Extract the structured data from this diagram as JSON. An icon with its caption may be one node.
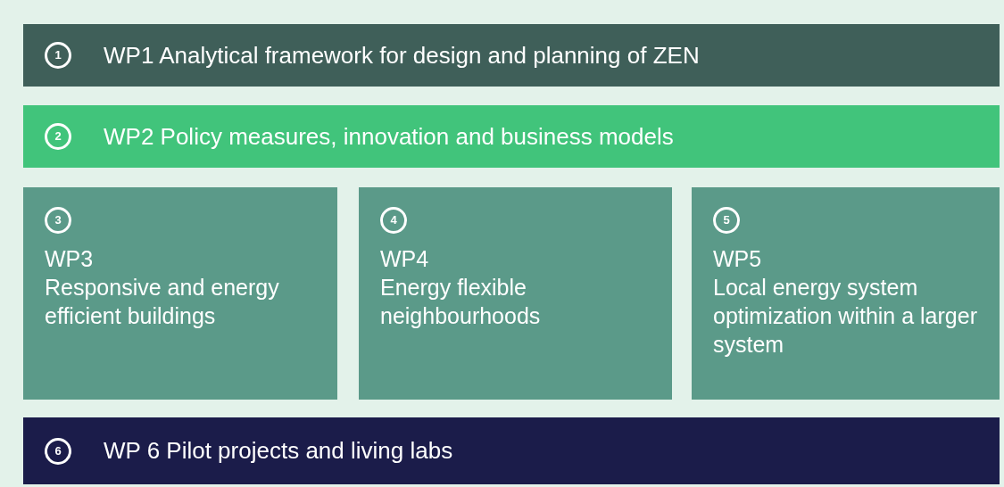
{
  "diagram": {
    "nodes": [
      {
        "text": [
          "1",
          "WP1 Analytical framework for design and planning of ZEN"
        ]
      },
      {
        "text": [
          "2",
          "WP2 Policy measures, innovation and business models"
        ]
      },
      {
        "text": [
          "3",
          "WP3",
          "Responsive and energy efficient buildings"
        ]
      },
      {
        "text": [
          "4",
          "WP4",
          "Energy flexible neighbourhoods"
        ]
      },
      {
        "text": [
          "5",
          "WP5",
          "Local energy system optimization within a larger system"
        ]
      },
      {
        "text": [
          "6",
          "WP 6 Pilot projects and living labs"
        ]
      }
    ]
  }
}
